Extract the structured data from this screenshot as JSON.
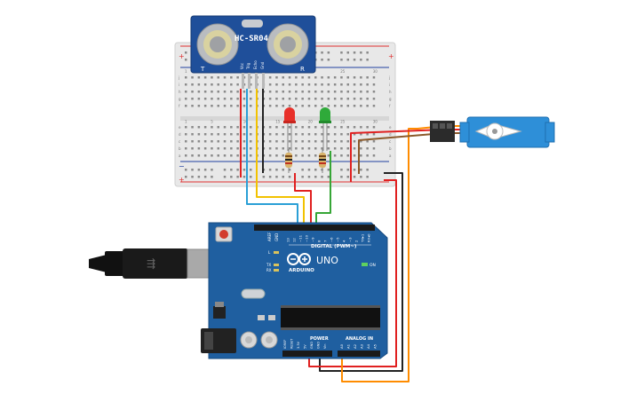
{
  "sensor": {
    "model": "HC-SR04",
    "t_label": "T",
    "r_label": "R",
    "pins": [
      "Vcc",
      "Trig",
      "Echo",
      "Gnd"
    ]
  },
  "arduino": {
    "brand": "ARDUINO",
    "model": "UNO",
    "on_label": "ON",
    "l_label": "L",
    "tx_label": "TX",
    "rx_label": "RX",
    "aref_label": "AREF",
    "gnd_label": "GND",
    "digital_header": "DIGITAL (PWM~)",
    "digital_pins": [
      "13",
      "12",
      "~11",
      "~10",
      "~9",
      "8",
      "7",
      "~6",
      "~5",
      "4",
      "~3",
      "2",
      "TX▸1",
      "RX◂0"
    ],
    "power_label": "POWER",
    "power_pins": [
      "IOREF",
      "RESET",
      "3.3V",
      "5V",
      "GND",
      "GND",
      "Vin"
    ],
    "analog_label": "ANALOG IN",
    "analog_pins": [
      "A0",
      "A1",
      "A2",
      "A3",
      "A4",
      "A5"
    ]
  },
  "breadboard": {
    "plus": "+",
    "minus": "−",
    "col_numbers": [
      "1",
      "5",
      "10",
      "15",
      "20",
      "25",
      "30"
    ],
    "row_letters_top": [
      "j",
      "i",
      "h",
      "g",
      "f"
    ],
    "row_letters_bottom": [
      "e",
      "d",
      "c",
      "b",
      "a"
    ]
  },
  "wire_colors": {
    "red": "#e02020",
    "black": "#222222",
    "yellow": "#f2c200",
    "blue": "#2a9fd6",
    "green": "#36a636",
    "orange": "#ff8c00",
    "brown": "#8b5a2b"
  },
  "led_colors": {
    "red": "#e8302a",
    "green": "#2faa3a"
  }
}
